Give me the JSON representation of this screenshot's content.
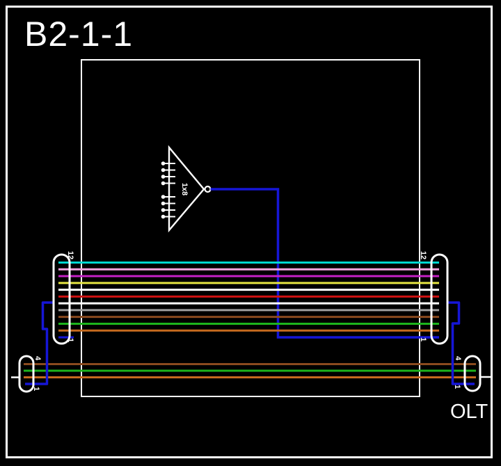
{
  "title": "B2-1-1",
  "olt_label": "OLT",
  "splitter": {
    "label": "1x8",
    "ports": 8
  },
  "colors": {
    "background": "#000000",
    "structure": "#FFFFFF",
    "blue_line": "#1616D6"
  },
  "ribbon12": {
    "top_label": "12",
    "bottom_label": "1",
    "fibers": [
      {
        "n": 12,
        "name": "aqua",
        "color": "#00D8D0",
        "full": true
      },
      {
        "n": 11,
        "name": "rose",
        "color": "#F2A6E0",
        "full": true
      },
      {
        "n": 10,
        "name": "violet",
        "color": "#C521C5",
        "full": true
      },
      {
        "n": 9,
        "name": "yellow",
        "color": "#E6E642",
        "full": true
      },
      {
        "n": 8,
        "name": "black-drawn-white",
        "color": "#FFFFFF",
        "full": true
      },
      {
        "n": 7,
        "name": "red",
        "color": "#D01212",
        "full": true
      },
      {
        "n": 6,
        "name": "white",
        "color": "#FFFFFF",
        "full": true
      },
      {
        "n": 5,
        "name": "slate",
        "color": "#A0A0A0",
        "full": true
      },
      {
        "n": 4,
        "name": "brown",
        "color": "#8A4A1E",
        "full": true
      },
      {
        "n": 3,
        "name": "green",
        "color": "#1CB41C",
        "full": true
      },
      {
        "n": 2,
        "name": "orange",
        "color": "#C56A1E",
        "full": true
      },
      {
        "n": 1,
        "name": "blue",
        "color": "#1616D6",
        "full": false
      }
    ]
  },
  "cable4": {
    "top_label": "4",
    "bottom_label": "1",
    "fibers": [
      {
        "n": 4,
        "name": "brown",
        "color": "#8A4A1E",
        "full": true
      },
      {
        "n": 3,
        "name": "green",
        "color": "#1CB41C",
        "full": true
      },
      {
        "n": 2,
        "name": "orange",
        "color": "#C56A1E",
        "full": true
      },
      {
        "n": 1,
        "name": "blue",
        "color": "#1616D6",
        "full": false
      }
    ]
  }
}
